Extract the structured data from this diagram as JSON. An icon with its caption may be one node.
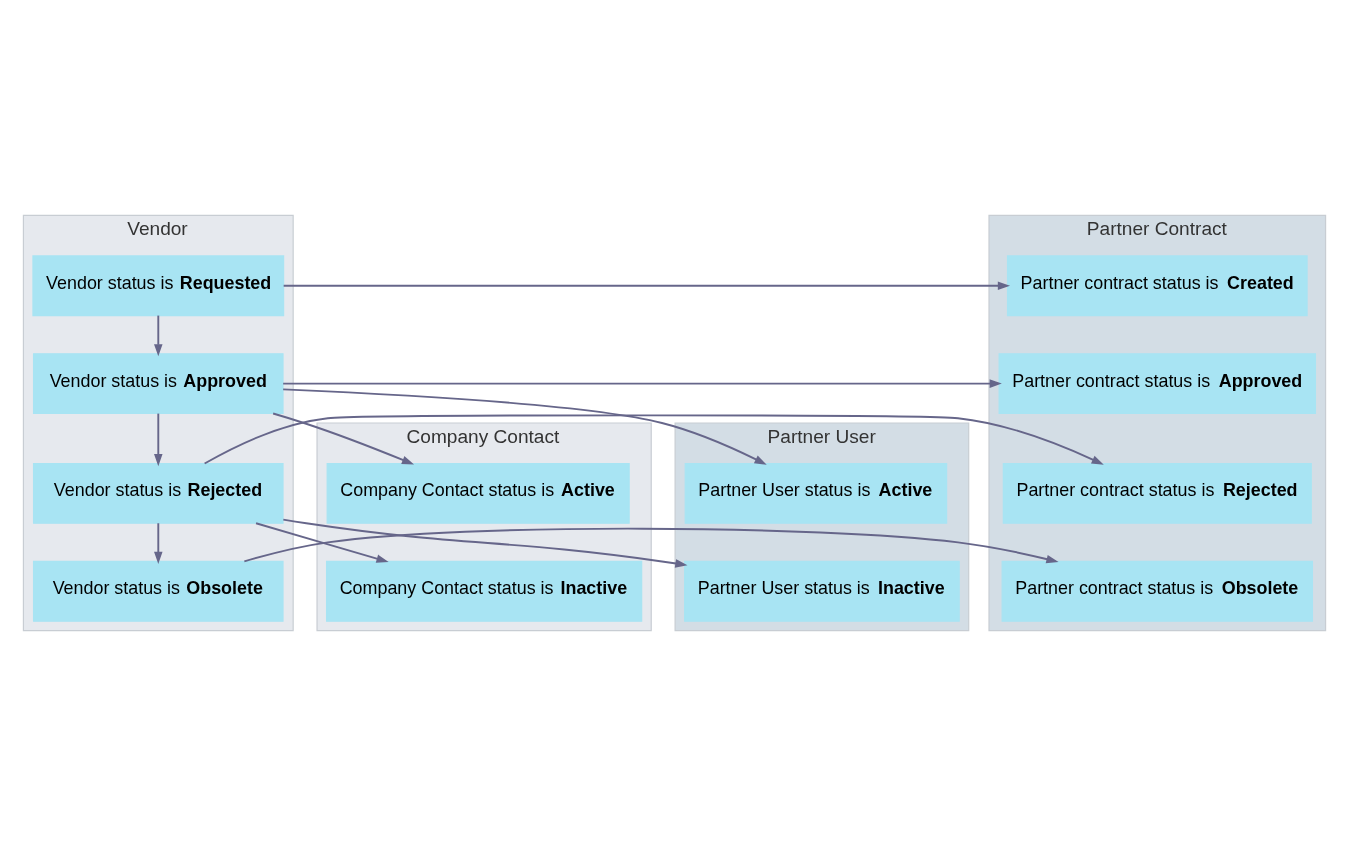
{
  "diagram": {
    "nodes": [
      {
        "text": [
          "Vendor"
        ]
      },
      {
        "text": [
          "Partner Contract"
        ]
      },
      {
        "text": [
          "Company Contact"
        ]
      },
      {
        "text": [
          "Partner User"
        ]
      },
      {
        "text": [
          "Vendor status is **Requested**"
        ],
        "in": 0
      },
      {
        "text": [
          "Partner contract status is **Created**"
        ],
        "in": 1
      },
      {
        "text": [
          "Vendor status is **Approved**"
        ],
        "in": 0
      },
      {
        "text": [
          "Partner contract status is **Approved**"
        ],
        "in": 1
      },
      {
        "text": [
          "Company Contact status is **Active**"
        ],
        "in": 2
      },
      {
        "text": [
          "Partner User status is **Active**"
        ],
        "in": 3
      },
      {
        "text": [
          "Vendor status is **Rejected**"
        ],
        "in": 0
      },
      {
        "text": [
          "Partner contract status is **Rejected**"
        ],
        "in": 1
      },
      {
        "text": [
          "Company Contact status is **Inactive**"
        ],
        "in": 2
      },
      {
        "text": [
          "Partner User status is **Inactive**"
        ],
        "in": 3
      },
      {
        "text": [
          "Vendor status is **Obsolete**"
        ],
        "in": 0
      },
      {
        "text": [
          "Partner contract status is **Obsolete**"
        ],
        "in": 1
      }
    ],
    "edges": [
      {
        "from": 4,
        "to": 5,
        "arrow": "to"
      },
      {
        "from": 4,
        "to": 6,
        "arrow": "to"
      },
      {
        "from": 6,
        "to": 7,
        "arrow": "to"
      },
      {
        "from": 6,
        "to": 8,
        "arrow": "to"
      },
      {
        "from": 6,
        "to": 9,
        "arrow": "to"
      },
      {
        "from": 6,
        "to": 10,
        "arrow": "to"
      },
      {
        "from": 10,
        "to": 11,
        "arrow": "to"
      },
      {
        "from": 10,
        "to": 12,
        "arrow": "to"
      },
      {
        "from": 10,
        "to": 13,
        "arrow": "to"
      },
      {
        "from": 10,
        "to": 14,
        "arrow": "to"
      },
      {
        "from": 14,
        "to": 15,
        "arrow": "to"
      }
    ]
  }
}
